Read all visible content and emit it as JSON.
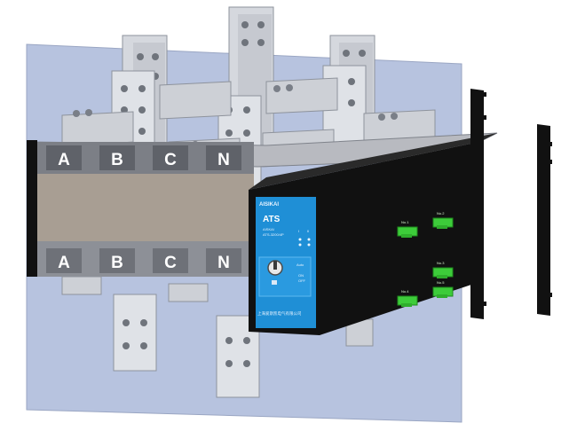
{
  "brand": {
    "logo": "AISIKAI",
    "model": "ATS",
    "subtitle_1": "AISKAI",
    "subtitle_2": "ATS-3200/4P",
    "manufacturer": "上海爱斯凯电气有限公司"
  },
  "phases_top": [
    "A",
    "B",
    "C",
    "N"
  ],
  "phases_bottom": [
    "A",
    "B",
    "C",
    "N"
  ],
  "terminals": {
    "upper_left": "No.1",
    "upper_right": "No.2",
    "middle_right": "No.3",
    "lower_left": "No.4",
    "lower_right": "No.5"
  },
  "panel_marks": {
    "auto": "Auto",
    "on": "ON",
    "off": "OFF",
    "indicator_1": "I",
    "indicator_2": "II"
  },
  "colors": {
    "brand_blue": "#1f8fd6",
    "terminal_green": "#3dcc3a",
    "housing_black": "#111111",
    "busbar_gray": "#c9ccd3",
    "backplate_blue": "#b7c3df",
    "insulator_brown": "#a89e93"
  }
}
